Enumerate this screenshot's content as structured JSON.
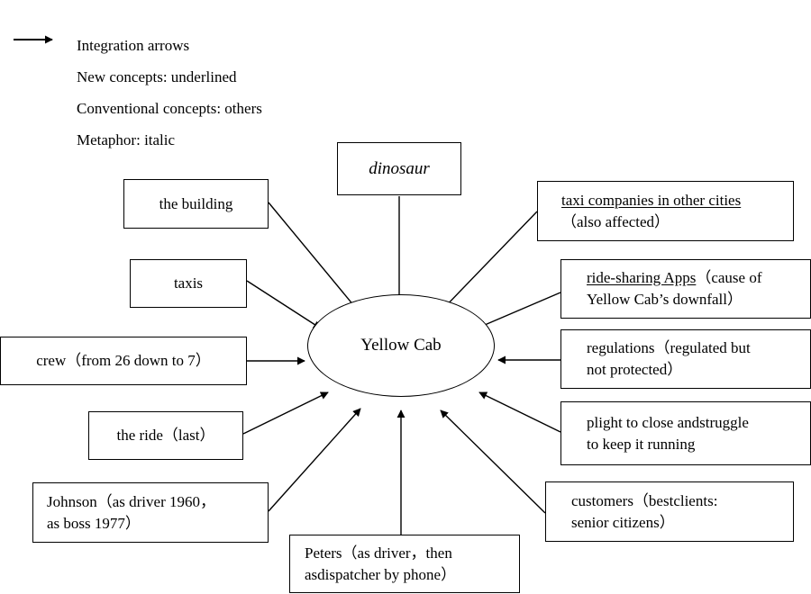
{
  "legend": {
    "items": [
      {
        "marker": "arrow",
        "text": "Integration arrows"
      },
      {
        "marker": "none",
        "text": "New concepts: underlined"
      },
      {
        "marker": "none",
        "text": "Conventional concepts: others"
      },
      {
        "marker": "none",
        "text": "Metaphor: italic"
      }
    ]
  },
  "center": {
    "label": "Yellow Cab"
  },
  "nodes": {
    "dinosaur": {
      "line1": "dinosaur"
    },
    "building": {
      "line1": "the building"
    },
    "taxis": {
      "line1": "taxis"
    },
    "crew": {
      "line1": "crew（from 26 down to 7）"
    },
    "ride": {
      "line1": "the ride（last）"
    },
    "johnson": {
      "line1": "Johnson（as driver 1960，",
      "line2": "as boss 1977）"
    },
    "peters": {
      "line1": "Peters（as driver，then",
      "line2": "asdispatcher by phone）"
    },
    "taxi_companies": {
      "line1_underlined": "taxi companies in other cities",
      "line2": "（also affected）"
    },
    "ride_sharing": {
      "line1_underlined": "ride-sharing Apps",
      "line1_rest": "（cause of",
      "line2": "Yellow Cab’s downfall）"
    },
    "regulations": {
      "line1": "regulations（regulated but",
      "line2": "not protected）"
    },
    "plight": {
      "line1": "plight to close andstruggle",
      "line2": "to keep it running"
    },
    "customers": {
      "line1": "customers（bestclients:",
      "line2": "senior citizens）"
    }
  },
  "colors": {
    "stroke": "#000000",
    "background": "#ffffff"
  }
}
